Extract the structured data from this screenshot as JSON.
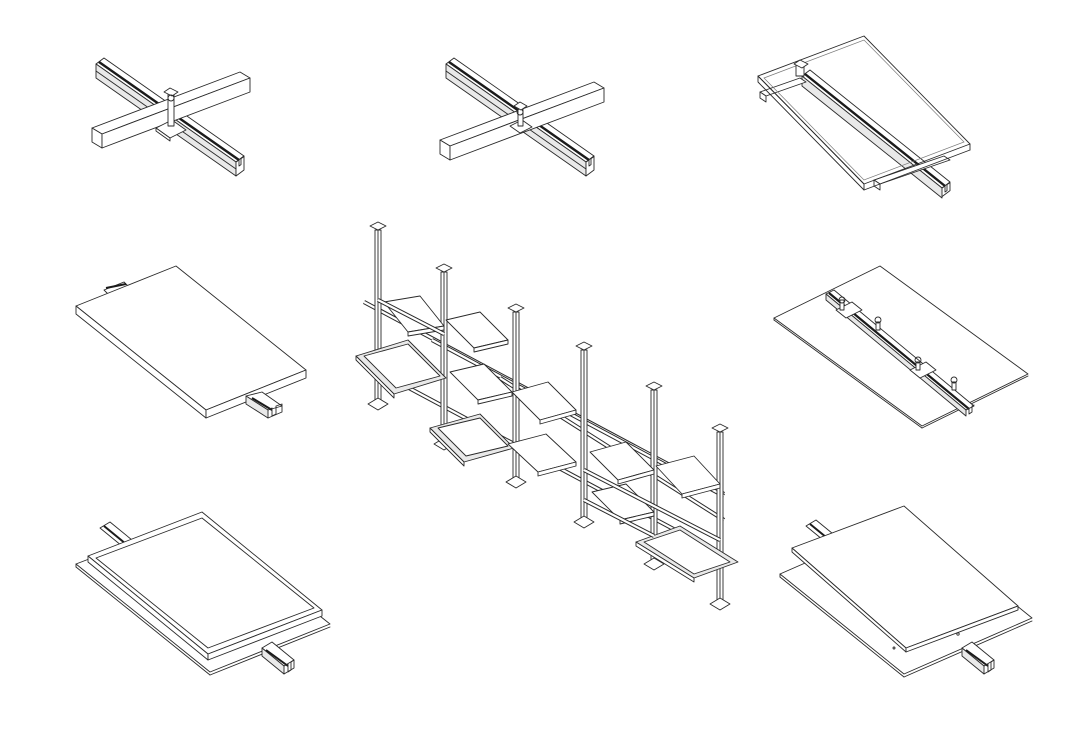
{
  "figure": {
    "panels": [
      {
        "name": "channel-cross-clamp-detail"
      },
      {
        "name": "channel-cross-bolt-detail"
      },
      {
        "name": "glass-panel-on-channel-detail"
      },
      {
        "name": "solid-shelf-on-channel-detail"
      },
      {
        "name": "channel-with-bolts-on-panel-detail"
      },
      {
        "name": "framed-tray-on-channel-detail"
      },
      {
        "name": "double-panel-on-channel-detail"
      },
      {
        "name": "shelving-system-assembly"
      }
    ]
  }
}
